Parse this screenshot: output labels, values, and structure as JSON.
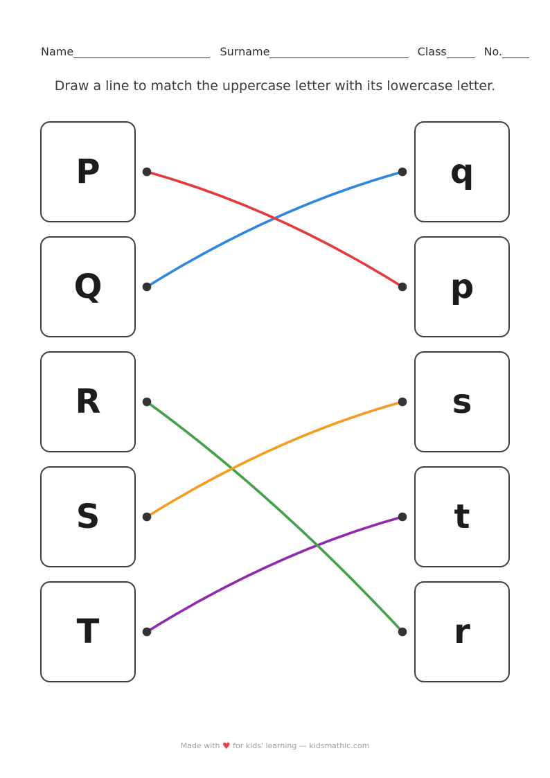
{
  "header": {
    "name_label": "Name",
    "surname_label": "Surname",
    "class_label": "Class",
    "no_label": "No."
  },
  "instruction": "Draw a line to match the uppercase letter with its lowercase letter.",
  "matching": {
    "left_letters": [
      "P",
      "Q",
      "R",
      "S",
      "T"
    ],
    "right_letters": [
      "q",
      "p",
      "s",
      "t",
      "r"
    ],
    "connections": [
      {
        "from": "Q",
        "to": "q",
        "color": "#2e86de"
      },
      {
        "from": "P",
        "to": "p",
        "color": "#e23b3c"
      },
      {
        "from": "T",
        "to": "t",
        "color": "#9128b0"
      },
      {
        "from": "R",
        "to": "r",
        "color": "#43a047"
      },
      {
        "from": "S",
        "to": "s",
        "color": "#f59b20"
      }
    ],
    "dot_color": "#333333",
    "box_border_color": "#3f3f3f",
    "letter_color": "#1c1c1c"
  },
  "footer": {
    "made_with": "Made with",
    "heart": "♥",
    "rest": "for kids' learning — kidsmathic.com",
    "heart_color": "#e8434a",
    "text_color": "#9e9e9e"
  }
}
